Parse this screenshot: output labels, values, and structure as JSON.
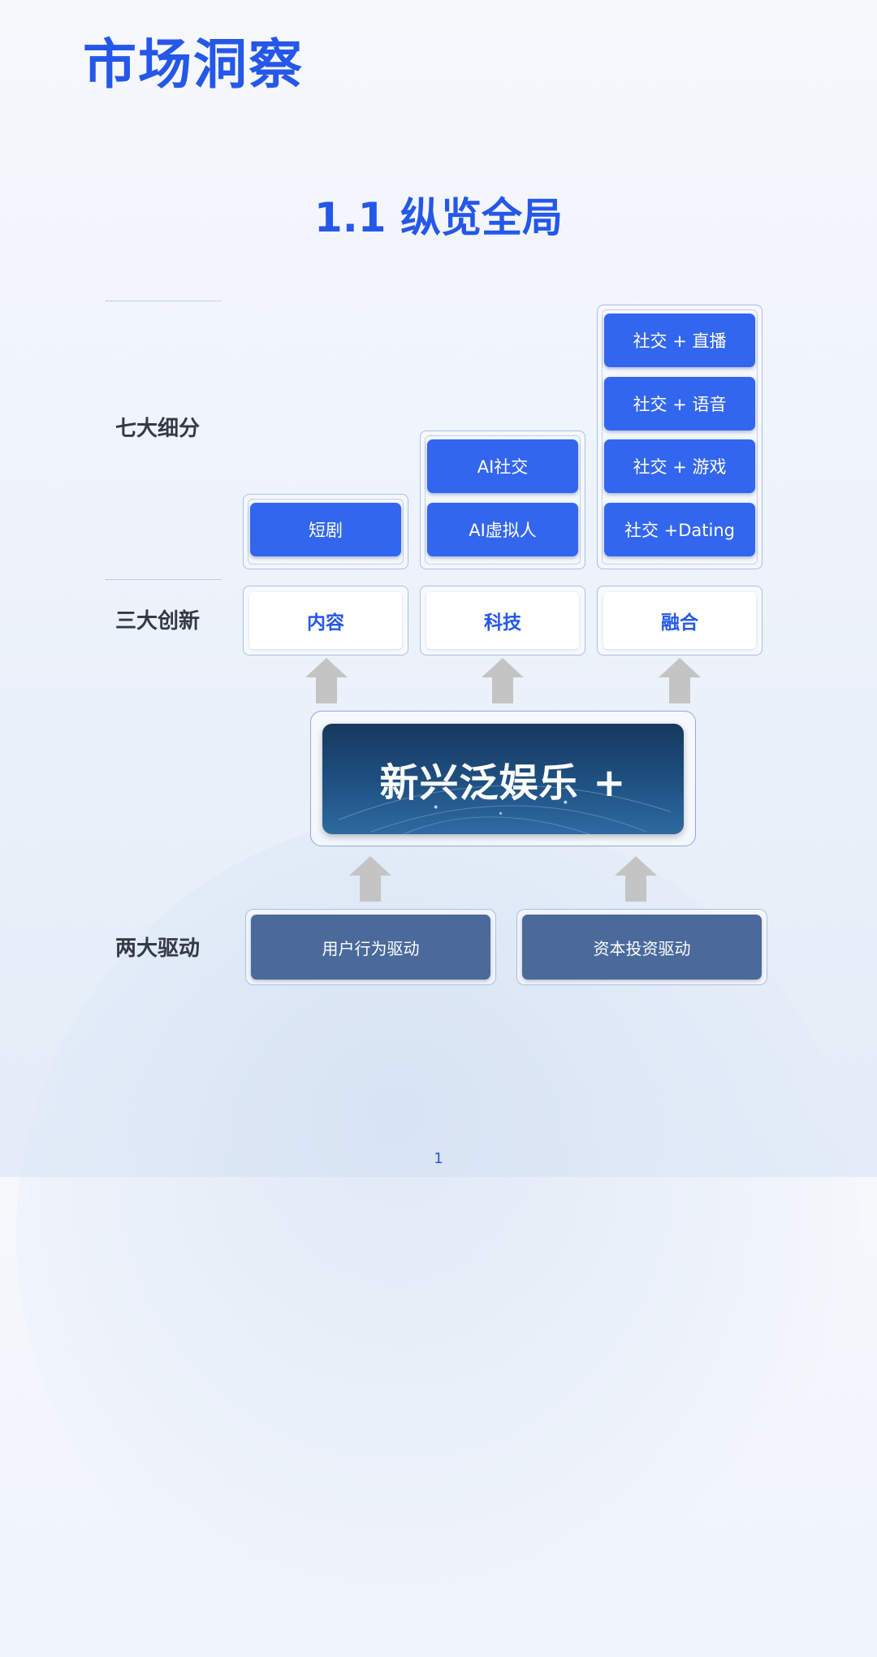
{
  "title": "市场洞察",
  "subtitle": "1.1  纵览全局",
  "row_labels": {
    "segments": "七大细分",
    "innovations": "三大创新",
    "drivers": "两大驱动"
  },
  "segments": {
    "content": [
      "短剧"
    ],
    "tech": [
      "AI社交",
      "AI虚拟人"
    ],
    "fusion": [
      "社交 + 直播",
      "社交 + 语音",
      "社交 + 游戏",
      "社交 +Dating"
    ]
  },
  "innovations": [
    "内容",
    "科技",
    "融合"
  ],
  "center": "新兴泛娱乐 +",
  "drivers": [
    "用户行为驱动",
    "资本投资驱动"
  ],
  "page_number": "1",
  "colors": {
    "primary_blue": "#2557e8",
    "segment_blue": "#3366ee",
    "driver_slate": "#4a6a9b",
    "arrow_gray": "#c4c4c4"
  }
}
